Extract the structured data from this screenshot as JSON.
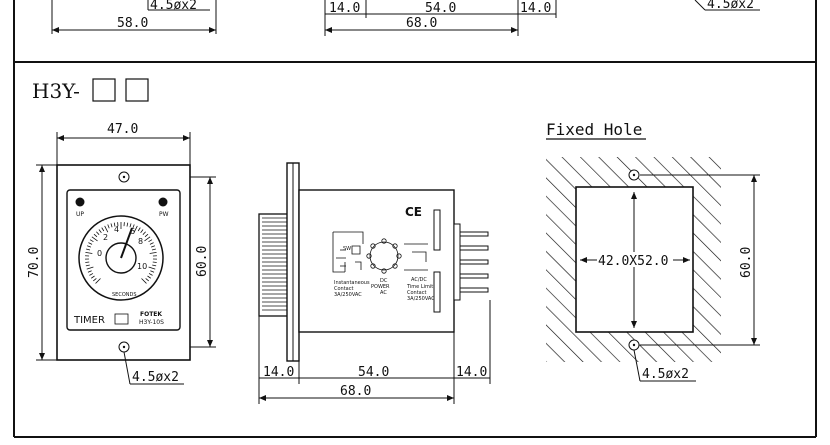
{
  "top_section": {
    "left_hole_note": "4.5øx2",
    "left_width": "58.0",
    "side_left": "14.0",
    "side_mid": "54.0",
    "side_right": "14.0",
    "side_total": "68.0",
    "right_hole_note": "4.5øx2"
  },
  "section": {
    "model_prefix": "H3Y-"
  },
  "front_view": {
    "width": "47.0",
    "height": "70.0",
    "inner_height": "60.0",
    "hole_note": "4.5øx2",
    "led_up": "UP",
    "led_pw": "PW",
    "dial_numbers": [
      "0",
      "2",
      "4",
      "6",
      "8",
      "10"
    ],
    "dial_unit": "SECONDS",
    "label_timer": "TIMER",
    "brand": "FOTEK",
    "model": "H3Y-10S"
  },
  "side_view": {
    "left": "14.0",
    "mid": "54.0",
    "right": "14.0",
    "total": "68.0",
    "ce_mark": "CE",
    "wiring_texts": [
      "SW",
      "DC",
      "POWER",
      "AC",
      "AC/DC",
      "Time Limit",
      "Contact",
      "3A/250VAC",
      "Instantaneous",
      "Contact",
      "3A/250VAC"
    ]
  },
  "fixed_hole": {
    "title": "Fixed Hole",
    "size": "42.0X52.0",
    "height": "60.0",
    "hole_note": "4.5øx2"
  }
}
